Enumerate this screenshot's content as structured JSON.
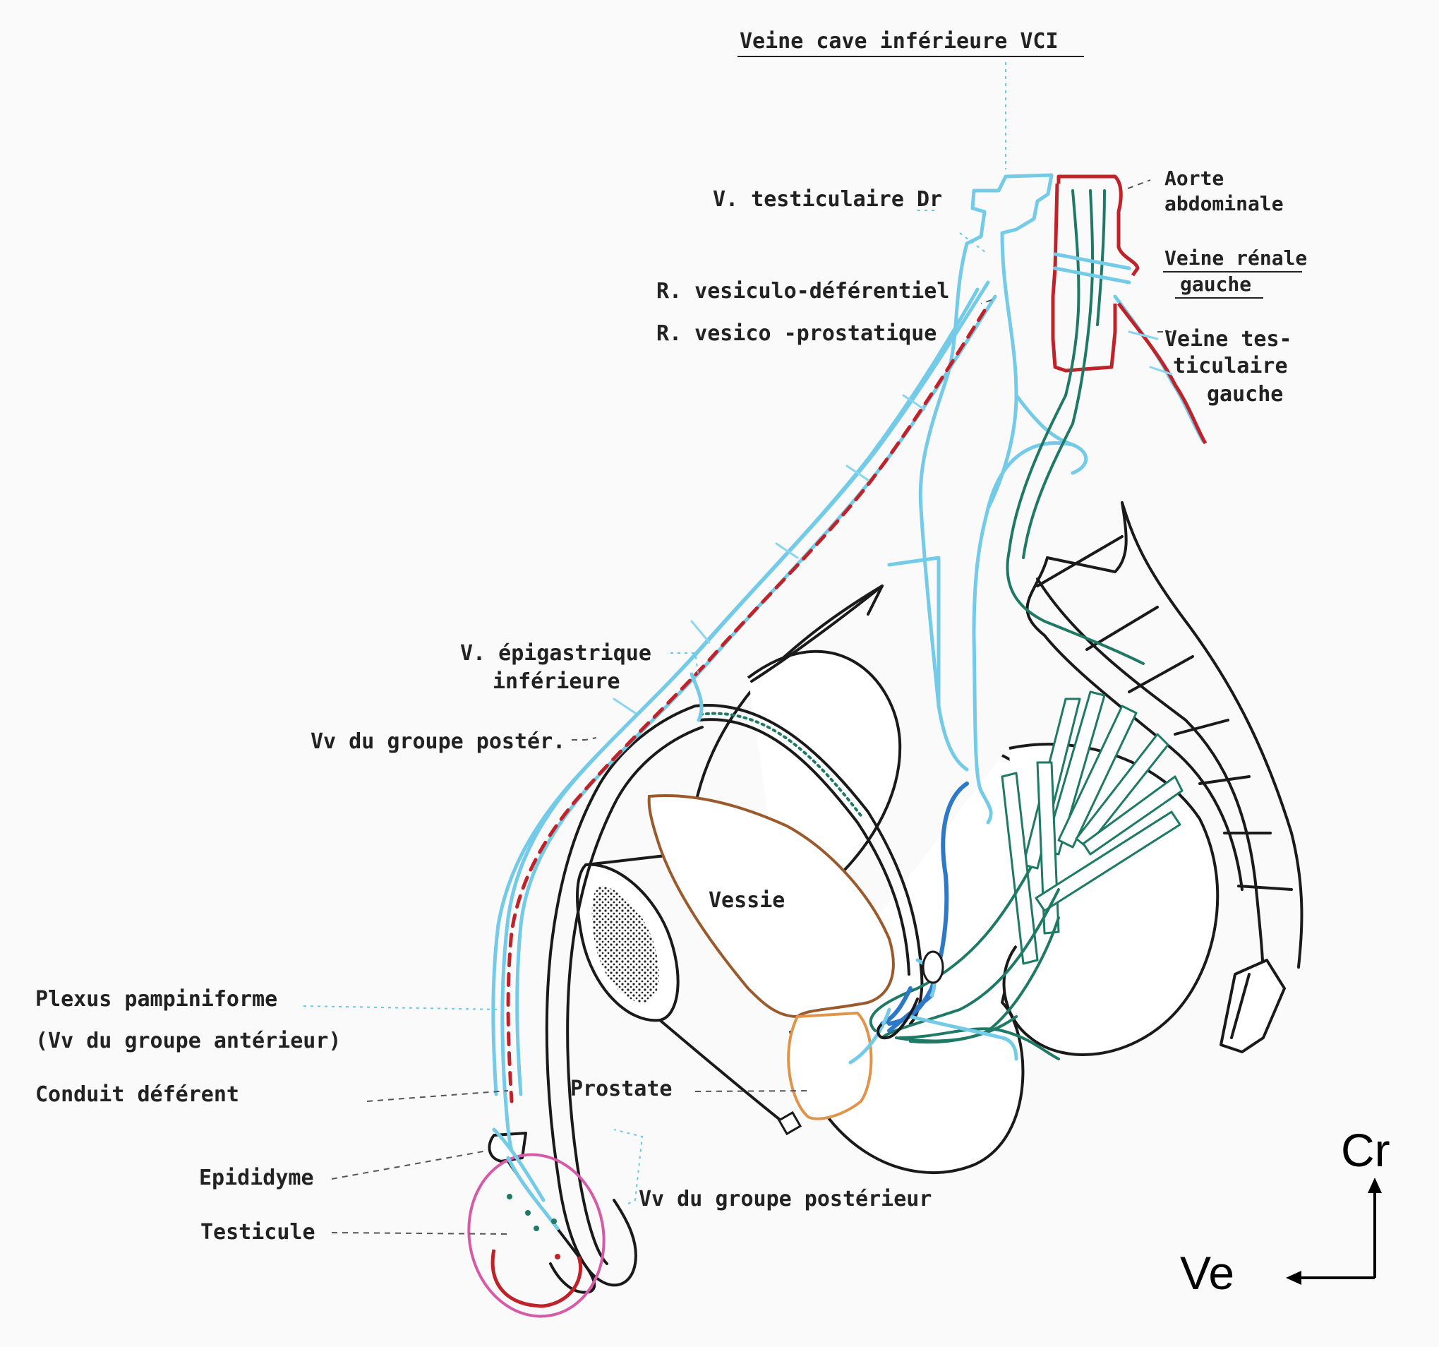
{
  "labels": {
    "vci": "Veine cave inférieure VCI",
    "v_testiculaire_dr": "V. testiculaire Dr",
    "aorte_1": "Aorte",
    "aorte_2": "abdominale",
    "veine_renale_1": "Veine rénale",
    "veine_renale_2": "gauche",
    "r_vesiculo": "R. vesiculo-déférentiel",
    "r_vesico": "R. vesico  -prostatique",
    "veine_test_g_1": "Veine tes-",
    "veine_test_g_2": "ticulaire",
    "veine_test_g_3": "gauche",
    "v_epigastrique_1": "V. épigastrique",
    "v_epigastrique_2": "inférieure",
    "vv_groupe_poster": "Vv du groupe postér.",
    "vessie": "Vessie",
    "plexus_1": "Plexus pampiniforme",
    "plexus_2": "(Vv du groupe antérieur)",
    "conduit_deferent": "Conduit déférent",
    "prostate": "Prostate",
    "epididyme": "Epididyme",
    "testicule": "Testicule",
    "vv_groupe_posterieur": "Vv du groupe postérieur"
  },
  "orientation": {
    "cranial": "Cr",
    "ventral": "Ve"
  },
  "colors": {
    "veins": "#73cbe8",
    "arteries": "#c0222a",
    "nerves": "#1e7a64",
    "outline": "#1a1a1a",
    "vessie": "#9a5a2c",
    "prostate": "#e0944a",
    "testicule": "#d65aa8"
  }
}
